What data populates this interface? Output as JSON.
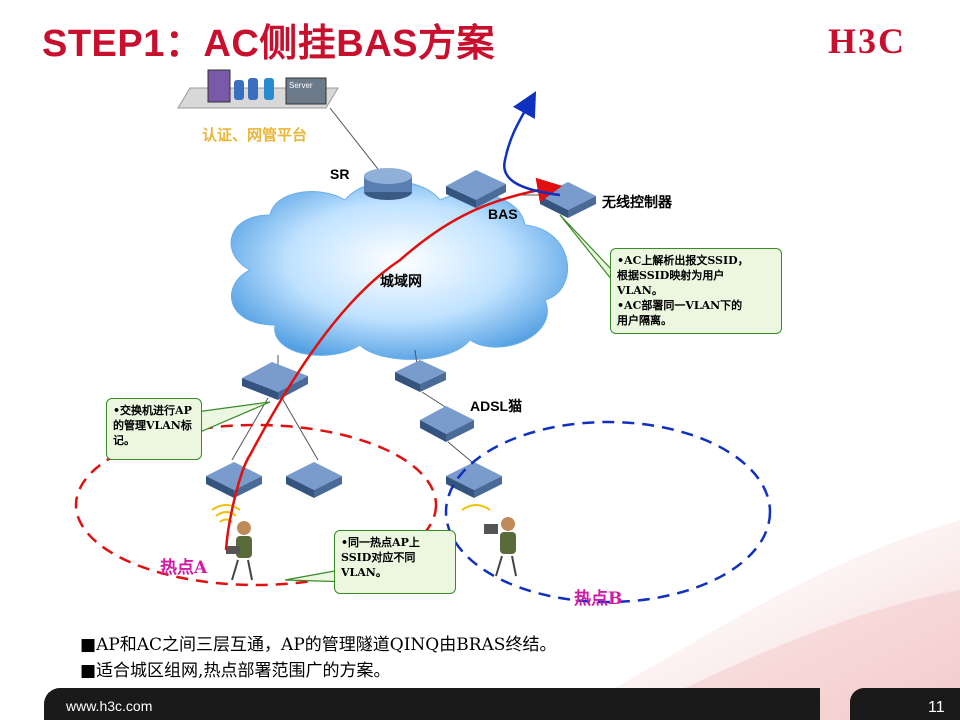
{
  "title": "STEP1：AC侧挂BAS方案",
  "logo": "H3C",
  "labels": {
    "platform": "认证、网管平台",
    "server": "Server",
    "sr": "SR",
    "bas": "BAS",
    "wireless_controller": "无线控制器",
    "metro_network": "城域网",
    "adsl_modem": "ADSL猫",
    "hotspot_a": "热点A",
    "hotspot_b": "热点B"
  },
  "callouts": {
    "ac_ssid": [
      "•AC上解析出报文SSID，",
      "根据SSID映射为用户",
      "VLAN。",
      "•AC部署同一VLAN下的",
      "用户隔离。"
    ],
    "switch_vlan": [
      "•交换机进行AP",
      "的管理VLAN标",
      "记。"
    ],
    "same_ap": [
      "•同一热点AP上",
      "SSID对应不同",
      "VLAN。"
    ]
  },
  "bullets": [
    {
      "marker": "■",
      "text": "AP和AC之间三层互通，AP的管理隧道QINQ由BRAS终结。"
    },
    {
      "marker": "■",
      "text": "适合城区组网,热点部署范围广的方案。"
    }
  ],
  "footer": {
    "url": "www.h3c.com",
    "page": "11"
  },
  "colors": {
    "brand_red": "#c8102e",
    "path_red": "#e01010",
    "path_blue": "#1030c0",
    "hotspot_label": "#d21aa5",
    "callout_bg": "#ebf7df",
    "callout_border": "#3a8a2a"
  }
}
